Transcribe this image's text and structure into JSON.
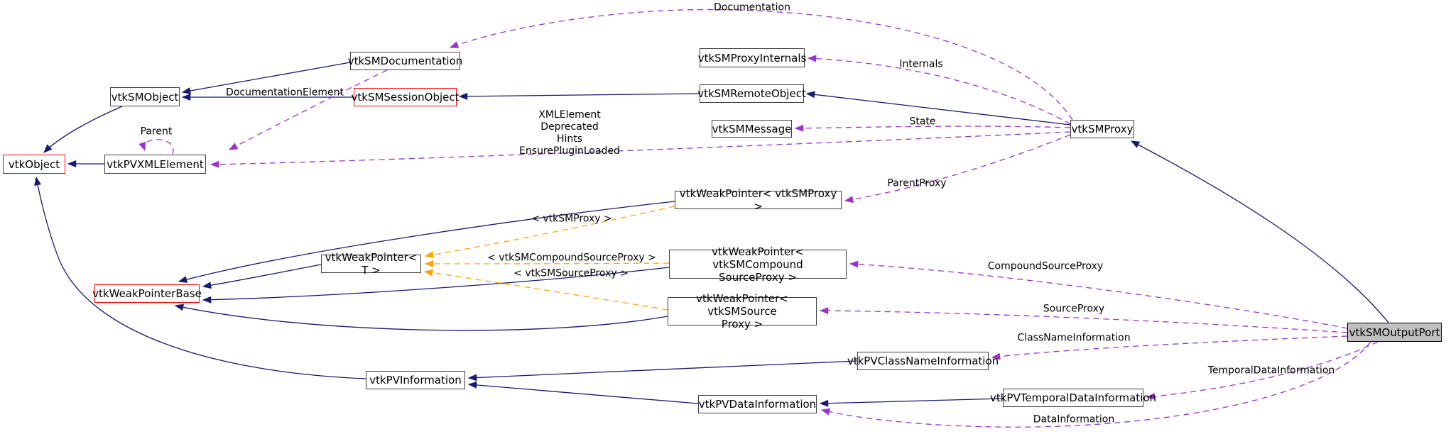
{
  "diagram": {
    "type": "class-collaboration-graph",
    "focus_class": "vtkSMOutputPort",
    "colors": {
      "inheritance_edge": "#191970",
      "usage_edge": "#9A32CD",
      "template_edge": "#FFA500",
      "node_border": "#404040",
      "highlight_border": "#FF0000",
      "focus_fill": "#BFBFBF",
      "background": "#FFFFFF"
    },
    "nodes": [
      {
        "id": "vtkObject",
        "label": "vtkObject"
      },
      {
        "id": "vtkPVXMLElement",
        "label": "vtkPVXMLElement"
      },
      {
        "id": "vtkSMObject",
        "label": "vtkSMObject"
      },
      {
        "id": "vtkSMDocumentation",
        "label": "vtkSMDocumentation"
      },
      {
        "id": "vtkSMSessionObject",
        "label": "vtkSMSessionObject"
      },
      {
        "id": "vtkSMProxyInternals",
        "label": "vtkSMProxyInternals"
      },
      {
        "id": "vtkSMRemoteObject",
        "label": "vtkSMRemoteObject"
      },
      {
        "id": "vtkSMMessage",
        "label": "vtkSMMessage"
      },
      {
        "id": "vtkSMProxy",
        "label": "vtkSMProxy"
      },
      {
        "id": "vtkWeakPointerBase",
        "label": "vtkWeakPointerBase"
      },
      {
        "id": "vtkWeakPointerT",
        "label": "vtkWeakPointer< T >"
      },
      {
        "id": "vtkWeakPointerSMProxy",
        "label": "vtkWeakPointer< vtkSMProxy >"
      },
      {
        "id": "vtkWeakPointerSMCompound",
        "label": "vtkWeakPointer< vtkSMCompound\nSourceProxy >"
      },
      {
        "id": "vtkWeakPointerSMSource",
        "label": "vtkWeakPointer< vtkSMSource\nProxy >"
      },
      {
        "id": "vtkSMOutputPort",
        "label": "vtkSMOutputPort"
      },
      {
        "id": "vtkPVClassNameInformation",
        "label": "vtkPVClassNameInformation"
      },
      {
        "id": "vtkPVInformation",
        "label": "vtkPVInformation"
      },
      {
        "id": "vtkPVDataInformation",
        "label": "vtkPVDataInformation"
      },
      {
        "id": "vtkPVTemporalDataInformation",
        "label": "vtkPVTemporalDataInformation"
      }
    ],
    "edge_labels": [
      {
        "id": "documentation",
        "text": "Documentation"
      },
      {
        "id": "internals",
        "text": "Internals"
      },
      {
        "id": "state",
        "text": "State"
      },
      {
        "id": "xml_group",
        "text": "XMLElement\nDeprecated\nHints\nEnsurePluginLoaded"
      },
      {
        "id": "documentation_element",
        "text": "DocumentationElement"
      },
      {
        "id": "parent",
        "text": "Parent"
      },
      {
        "id": "parent_proxy",
        "text": "ParentProxy"
      },
      {
        "id": "tmpl_smproxy",
        "text": "< vtkSMProxy >"
      },
      {
        "id": "tmpl_compound",
        "text": "< vtkSMCompoundSourceProxy >"
      },
      {
        "id": "tmpl_source",
        "text": "< vtkSMSourceProxy >"
      },
      {
        "id": "compound_source_proxy",
        "text": "CompoundSourceProxy"
      },
      {
        "id": "source_proxy",
        "text": "SourceProxy"
      },
      {
        "id": "class_name_information",
        "text": "ClassNameInformation"
      },
      {
        "id": "temporal_data_information",
        "text": "TemporalDataInformation"
      },
      {
        "id": "data_information",
        "text": "DataInformation"
      }
    ]
  }
}
